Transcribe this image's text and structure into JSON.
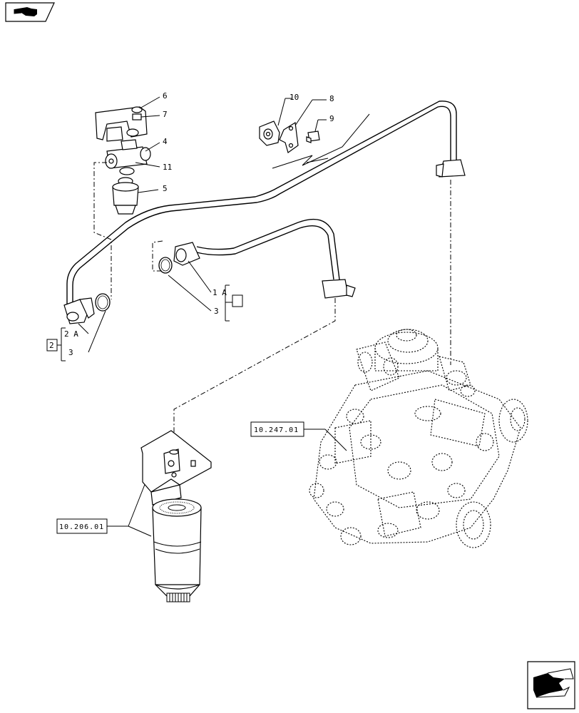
{
  "callouts": {
    "c1A": "1 A",
    "c2": "2",
    "c2A": "2 A",
    "c3a": "3",
    "c3b": "3",
    "c4": "4",
    "c5": "5",
    "c6": "6",
    "c7": "7",
    "c8": "8",
    "c9": "9",
    "c10": "10",
    "c11": "11"
  },
  "references": {
    "injection_pump": "10.247.01",
    "fuel_filter": "10.206.01"
  },
  "icons": {
    "top_left": "page-nav-icon",
    "bottom_right": "next-page-arrow-icon"
  }
}
